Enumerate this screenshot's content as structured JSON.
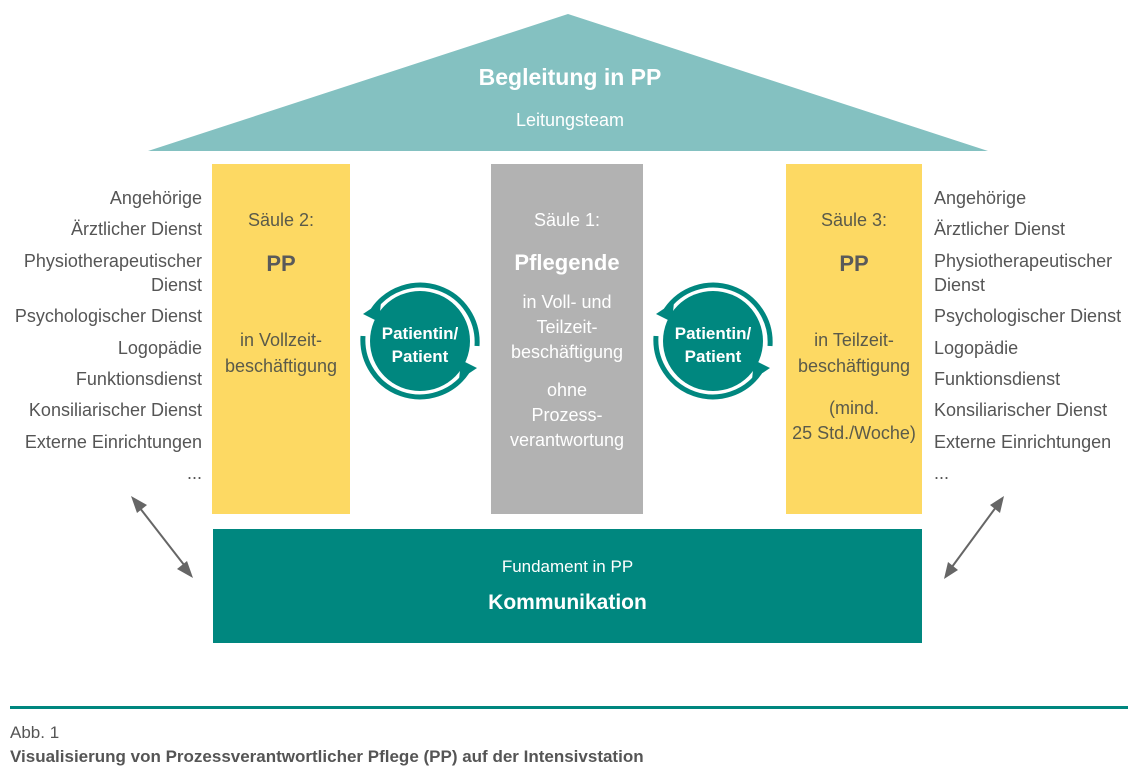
{
  "colors": {
    "roof": "#84c1c1",
    "teal": "#00877f",
    "yellow": "#fdd963",
    "gray_pillar": "#b2b2b2",
    "arrow_gray": "#666666",
    "text": "#555555"
  },
  "roof": {
    "title": "Begleitung in PP",
    "subtitle": "Leitungsteam"
  },
  "pillars": {
    "left": {
      "label": "Säule 2:",
      "title": "PP",
      "desc_lines": [
        "in Vollzeit-",
        "beschäftigung"
      ]
    },
    "center": {
      "label": "Säule 1:",
      "title": "Pflegende",
      "desc_lines": [
        "in Voll- und",
        "Teilzeit-",
        "beschäftigung"
      ],
      "note_lines": [
        "ohne",
        "Prozess-",
        "verantwortung"
      ]
    },
    "right": {
      "label": "Säule 3:",
      "title": "PP",
      "desc_lines": [
        "in Teilzeit-",
        "beschäftigung"
      ],
      "note_lines": [
        "(mind.",
        "25 Std./Woche)"
      ]
    }
  },
  "patient_nodes": [
    {
      "line1": "Patientin/",
      "line2": "Patient"
    },
    {
      "line1": "Patientin/",
      "line2": "Patient"
    }
  ],
  "side_lists": {
    "left": [
      "Angehörige",
      "Ärztlicher Dienst",
      "Physiotherapeutischer",
      "Dienst",
      "Psychologischer Dienst",
      "Logopädie",
      "Funktionsdienst",
      "Konsiliarischer Dienst",
      "Externe Einrichtungen",
      "..."
    ],
    "right": [
      "Angehörige",
      "Ärztlicher Dienst",
      "Physiotherapeutischer",
      "Dienst",
      "Psychologischer Dienst",
      "Logopädie",
      "Funktionsdienst",
      "Konsiliarischer Dienst",
      "Externe Einrichtungen",
      "..."
    ]
  },
  "foundation": {
    "subtitle": "Fundament in PP",
    "title": "Kommunikation"
  },
  "caption": {
    "number": "Abb. 1",
    "title": "Visualisierung von Prozessverantwortlicher Pflege (PP) auf der Intensivstation"
  }
}
